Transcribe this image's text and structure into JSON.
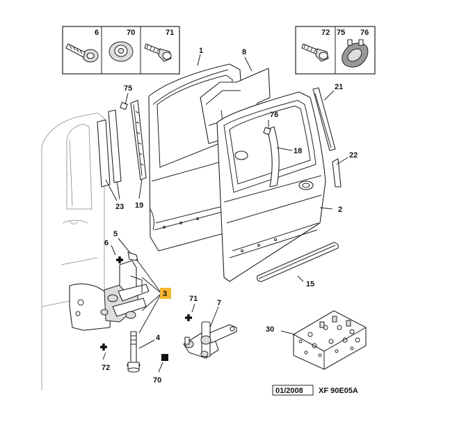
{
  "legend_boxes": [
    {
      "id": "left",
      "labels": [
        "6",
        "70",
        "71"
      ]
    },
    {
      "id": "right",
      "labels": [
        "72",
        "75",
        "76"
      ]
    }
  ],
  "callouts": {
    "c1": "1",
    "c8": "8",
    "c21": "21",
    "c75": "75",
    "c76": "76",
    "c18": "18",
    "c22": "22",
    "c2": "2",
    "c23": "23",
    "c19": "19",
    "c5": "5",
    "c6": "6",
    "c3": "3",
    "c15": "15",
    "c71": "71",
    "c7": "7",
    "c4": "4",
    "c30": "30",
    "c72": "72",
    "c70": "70"
  },
  "highlight_color": "#f5b731",
  "reference": {
    "date": "01/2008",
    "code": "XF 90E05A"
  }
}
